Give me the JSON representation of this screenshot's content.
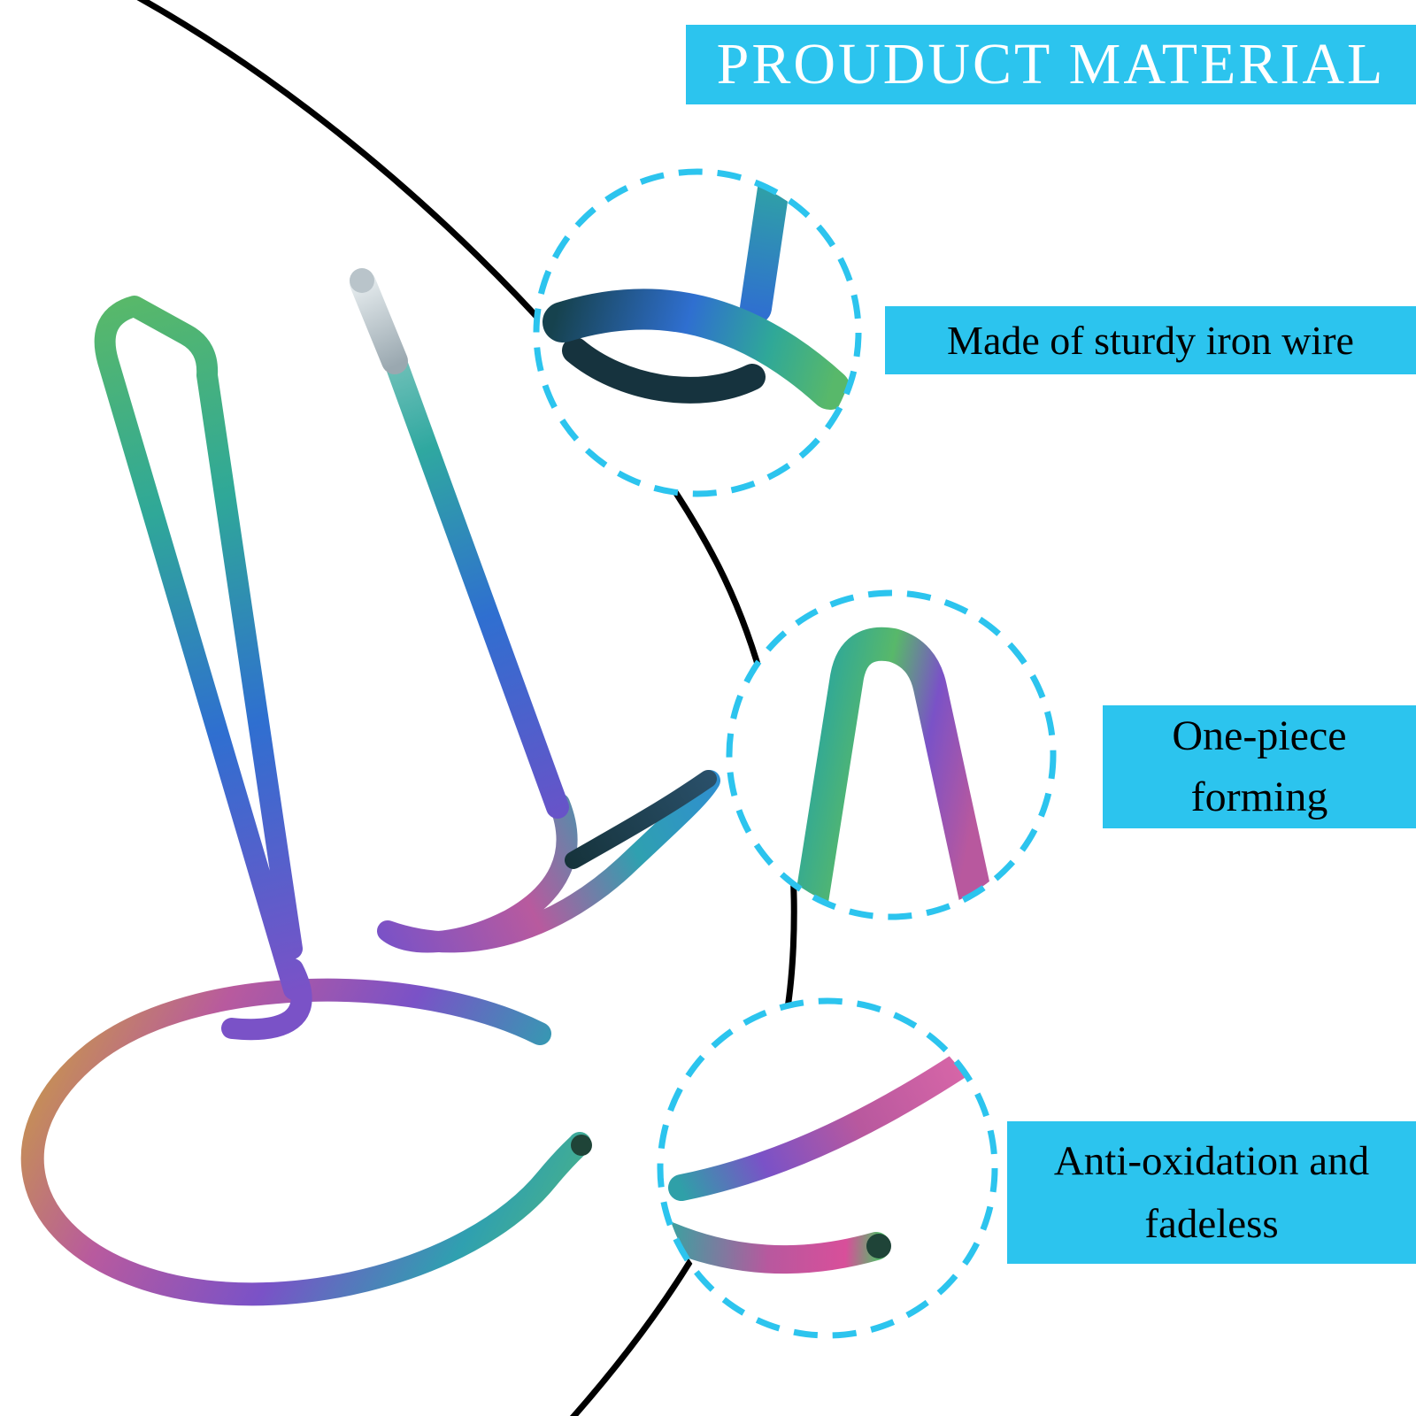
{
  "colors": {
    "accent": "#2cc4ee",
    "background": "#ffffff",
    "arc": "#000000",
    "title_text": "#ffffff",
    "feature_text": "#000000",
    "wire_rainbow": [
      "#caa23c",
      "#c0589e",
      "#7a52c7",
      "#2f6fd0",
      "#2fa8a0",
      "#58b86a"
    ]
  },
  "header": {
    "title": "PROUDUCT MATERIAL"
  },
  "features": [
    {
      "name": "iron-wire",
      "lines": [
        "Made of sturdy iron wire"
      ]
    },
    {
      "name": "one-piece",
      "lines": [
        "One-piece",
        "forming"
      ]
    },
    {
      "name": "anti-oxidation",
      "lines": [
        "Anti-oxidation and",
        "fadeless"
      ]
    }
  ]
}
